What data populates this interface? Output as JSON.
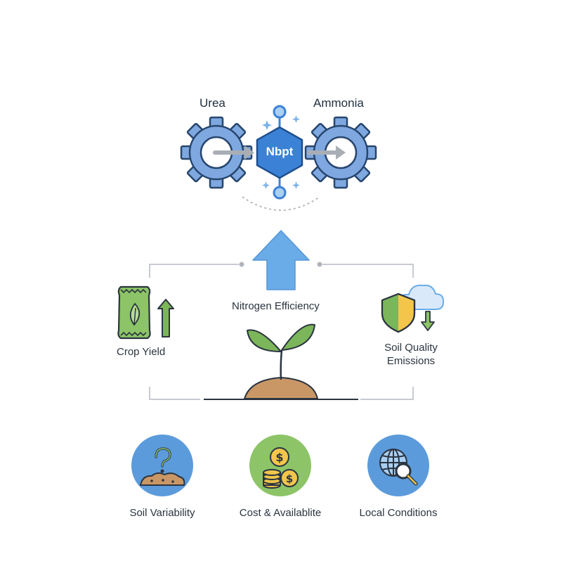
{
  "process": {
    "input_label": "Urea",
    "output_label": "Ammonia",
    "inhibitor_label": "Nbpt"
  },
  "outcome": {
    "center_label": "Nitrogen Efficiency",
    "left_label": "Crop Yield",
    "right_label_1": "Soil Quality",
    "right_label_2": "Emissions"
  },
  "factors": [
    {
      "label": "Soil Variability",
      "icon": "soil-question-icon"
    },
    {
      "label": "Cost & Availablite",
      "icon": "coins-icon"
    },
    {
      "label": "Local Conditions",
      "icon": "globe-search-icon"
    }
  ],
  "colors": {
    "gear_fill": "#7fa8e0",
    "gear_stroke": "#27466e",
    "hex_fill": "#3b82d6",
    "arrow_blue": "#6aace8",
    "leaf_green": "#7cb65a",
    "soil_brown": "#c99766",
    "factor_blue_bg": "#5b9bdb",
    "factor_green_bg": "#8cc467",
    "line_gray": "#c7cbd1"
  }
}
